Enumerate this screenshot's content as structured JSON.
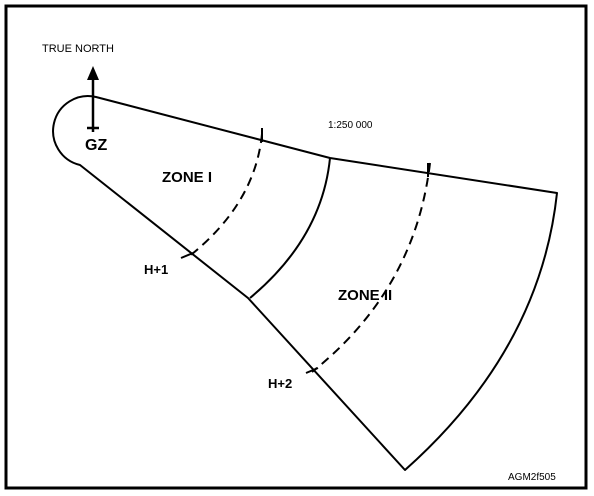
{
  "figure": {
    "north_label": "TRUE NORTH",
    "scale_label": "1:250 000",
    "gz_label": "GZ",
    "zone1_label": "ZONE I",
    "zone2_label": "ZONE II",
    "h1_label": "H+1",
    "h2_label": "H+2",
    "figure_id": "AGM2f505"
  }
}
